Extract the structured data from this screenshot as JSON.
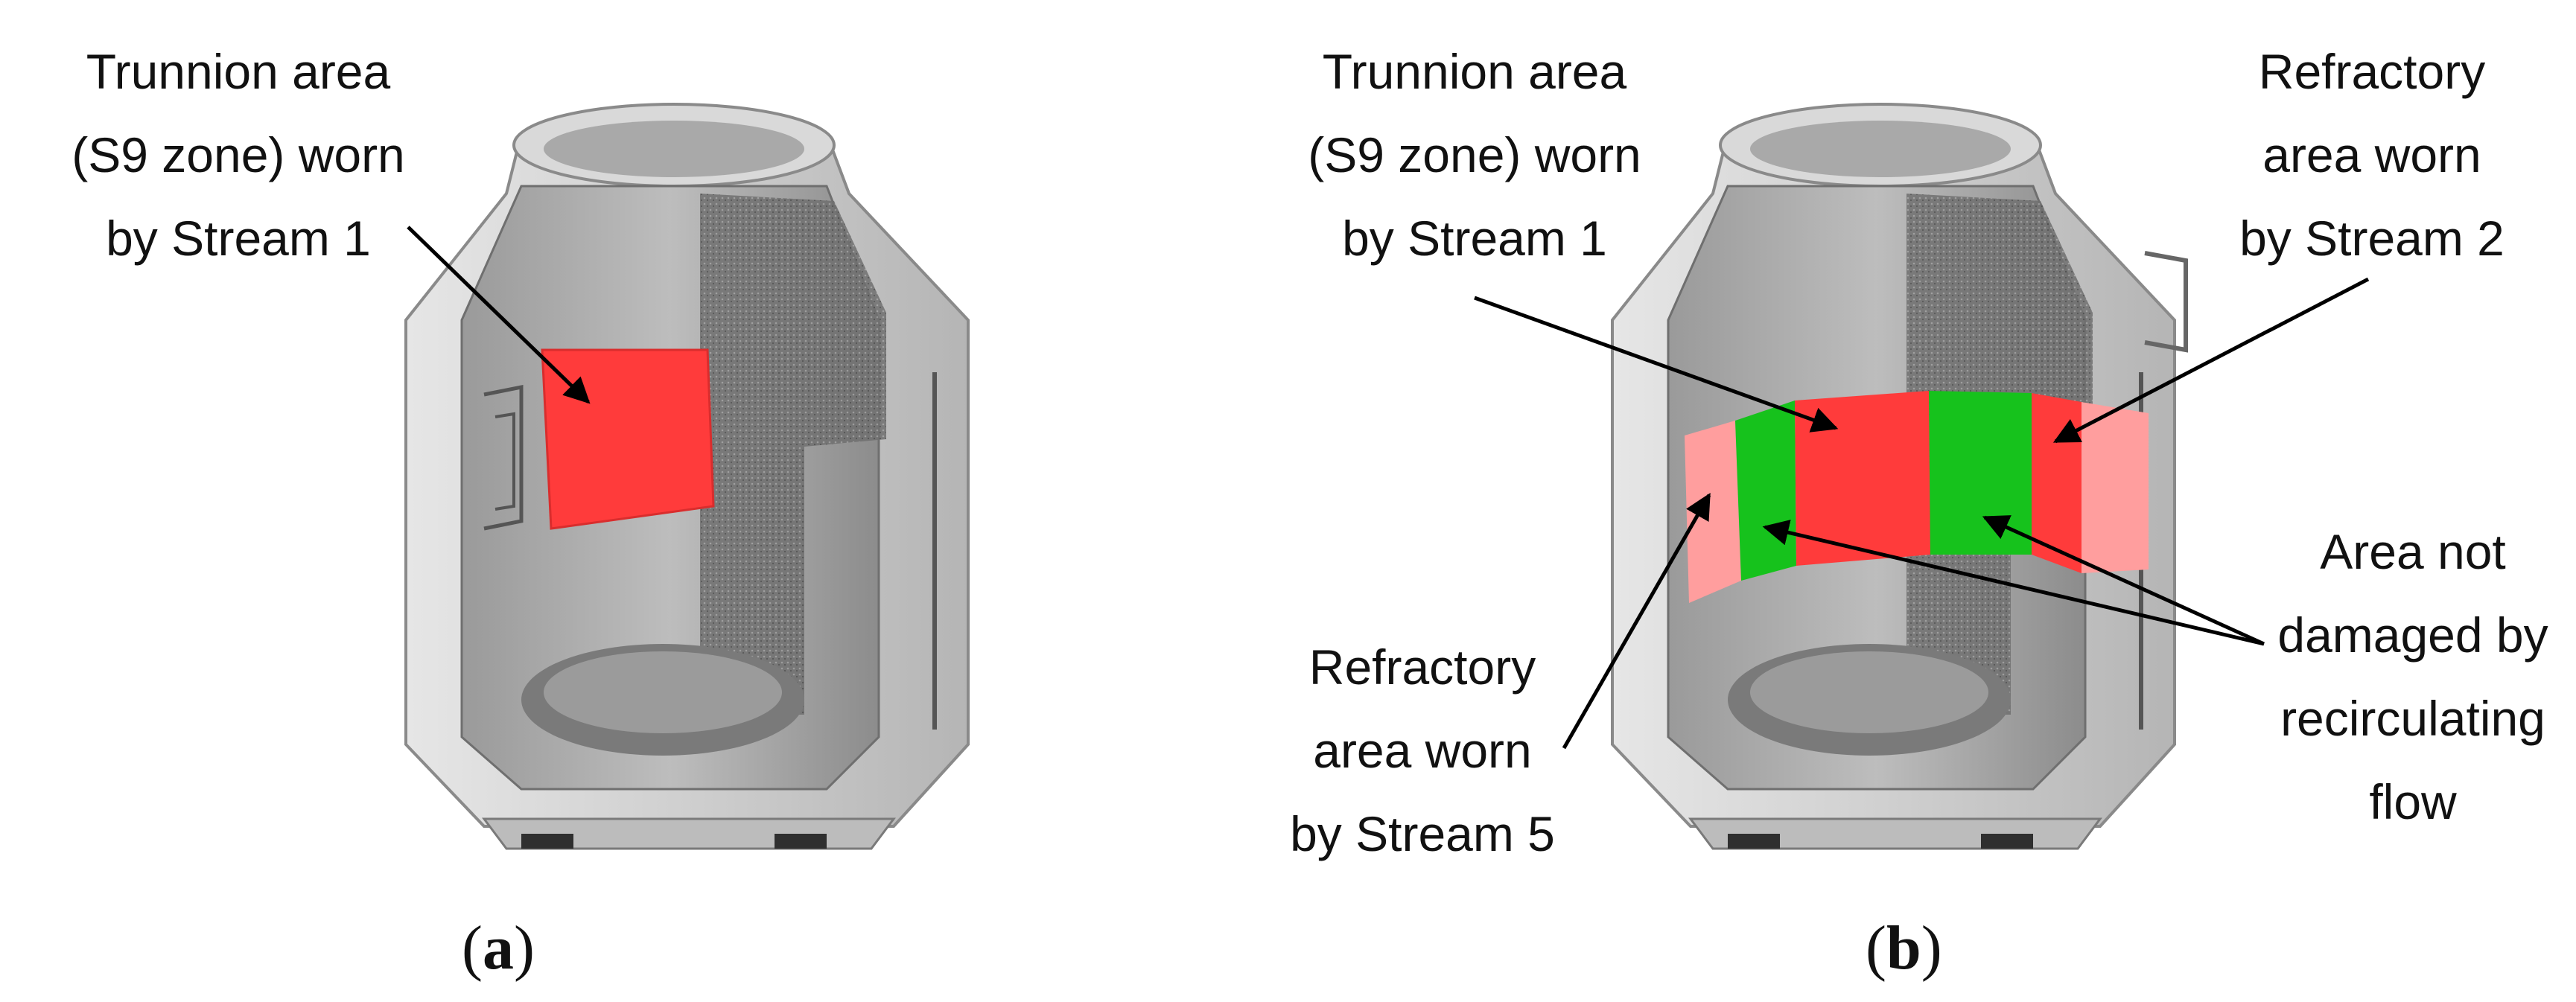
{
  "panel_a": {
    "label_trunnion": {
      "line1": "Trunnion area",
      "line2": "(S9 zone) worn",
      "line3": "by Stream 1"
    },
    "caption": {
      "open": "(",
      "letter": "a",
      "close": ")"
    }
  },
  "panel_b": {
    "label_trunnion": {
      "line1": "Trunnion area",
      "line2": "(S9 zone) worn",
      "line3": "by Stream 1"
    },
    "label_stream2": {
      "line1": "Refractory",
      "line2": "area  worn",
      "line3": "by Stream 2"
    },
    "label_not_damaged": {
      "line1": "Area not",
      "line2": "damaged by",
      "line3": "recirculating",
      "line4": "flow"
    },
    "label_stream5": {
      "line1": "Refractory",
      "line2": "area  worn",
      "line3": "by Stream 5"
    },
    "caption": {
      "open": "(",
      "letter": "b",
      "close": ")"
    }
  },
  "colors": {
    "worn_red": "#ff3b3b",
    "worn_light_red": "#ff9e9e",
    "undamaged_green": "#16c21c",
    "shell_gray": "#c9c9c9",
    "dark_gray": "#7d7d7d"
  }
}
